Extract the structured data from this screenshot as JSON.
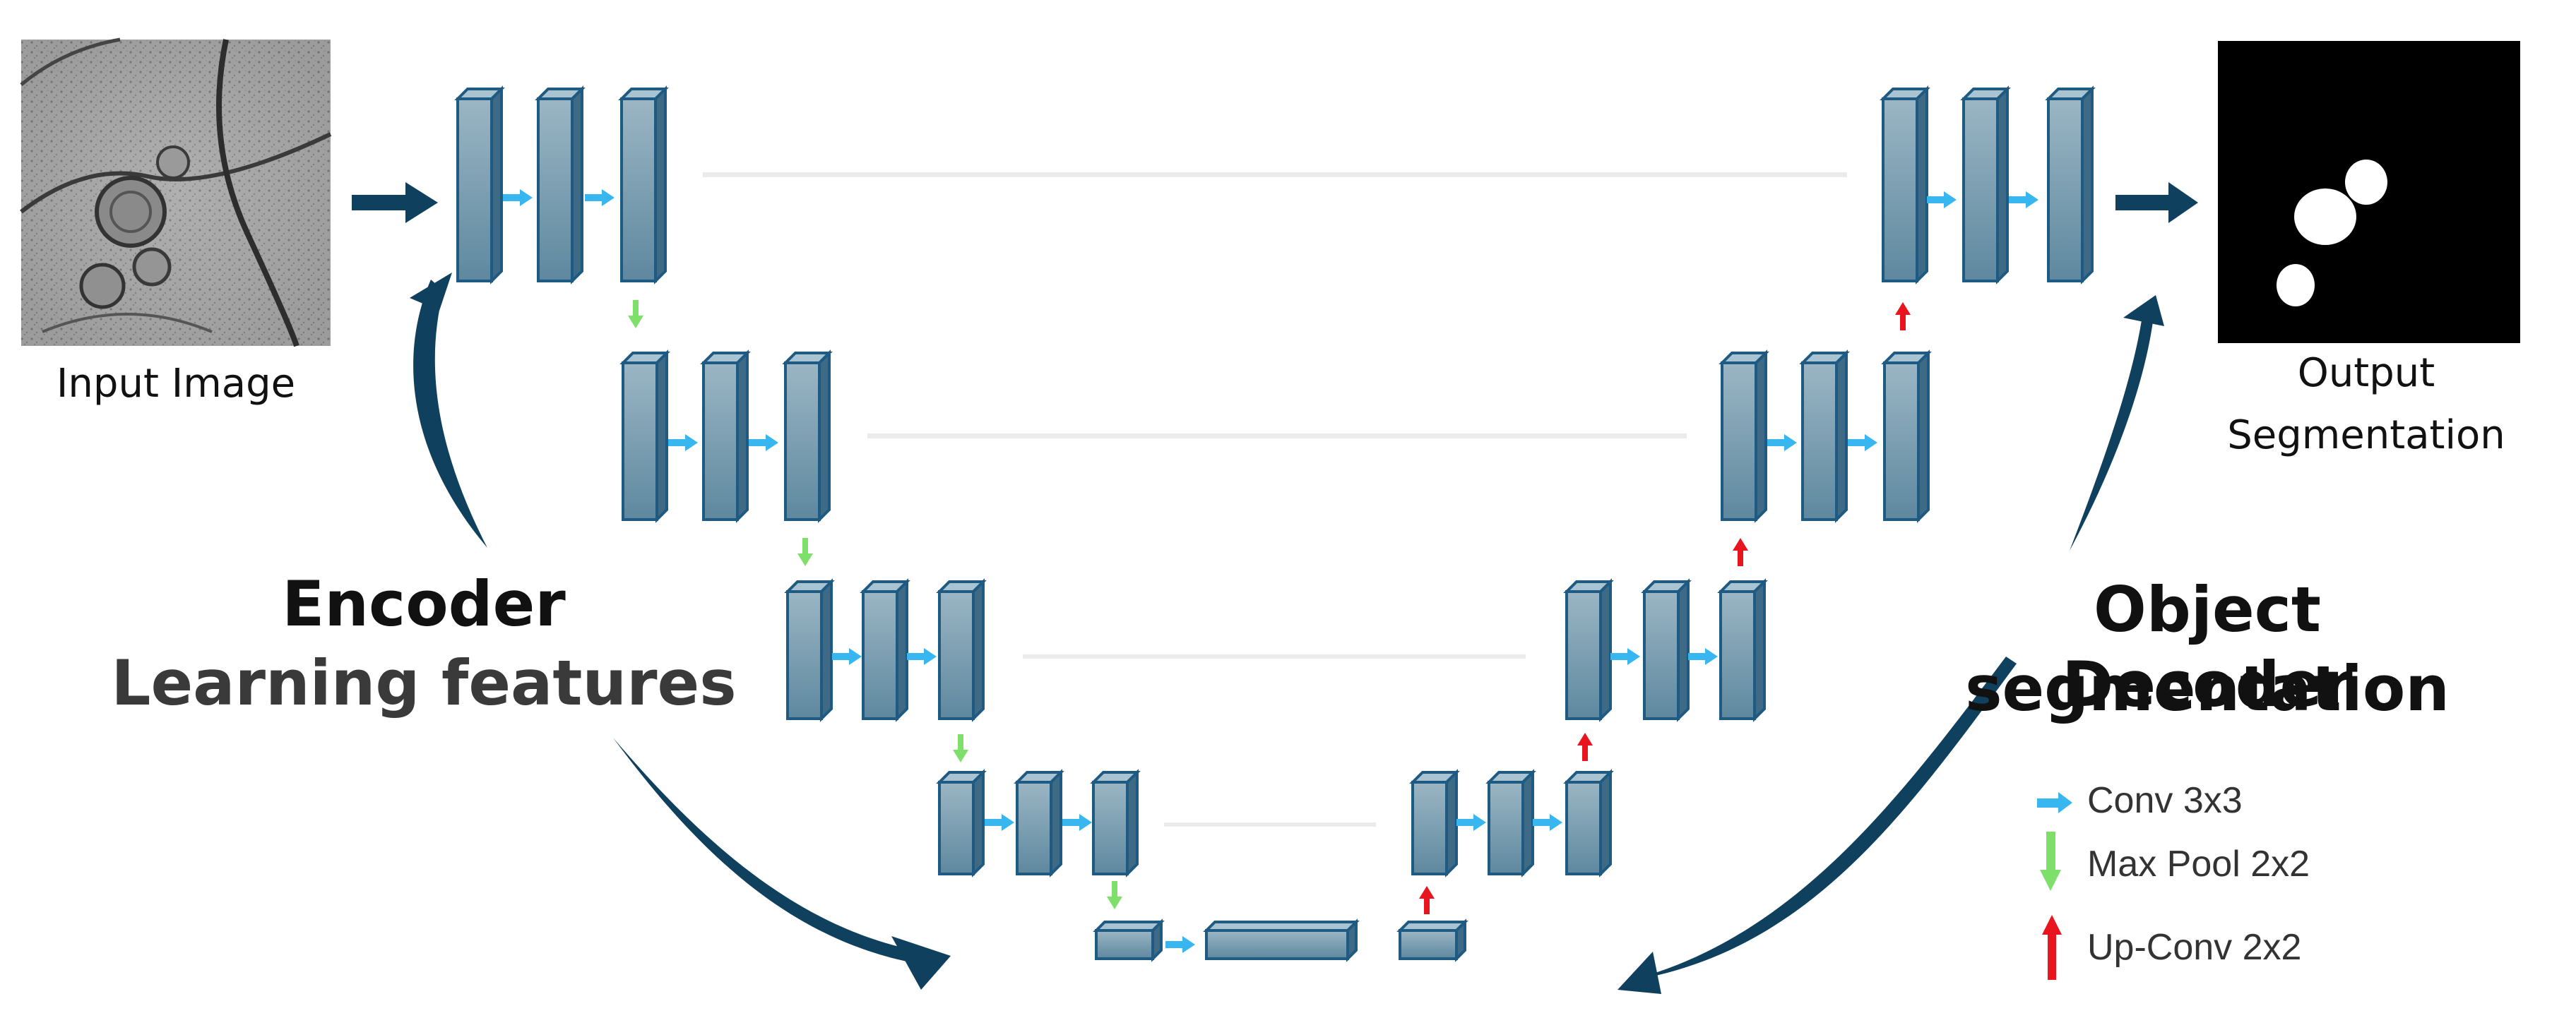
{
  "input": {
    "caption": "Input Image"
  },
  "output": {
    "caption_line1": "Output",
    "caption_line2": "Segmentation"
  },
  "encoder": {
    "title": "Encoder",
    "subtitle": "Learning features"
  },
  "decoder": {
    "title": "Object segmentation",
    "subtitle": "Decoder"
  },
  "legend": [
    {
      "icon": "conv-arrow-icon",
      "label": "Conv 3x3",
      "color": "#38b6f0"
    },
    {
      "icon": "max-pool-arrow-icon",
      "label": "Max Pool 2x2",
      "color": "#7ee06b"
    },
    {
      "icon": "up-conv-arrow-icon",
      "label": "Up-Conv 2x2",
      "color": "#e8141e"
    }
  ],
  "colors": {
    "block_front": "#6e92a6",
    "block_side": "#3e6a86",
    "block_top": "#a8c4d2",
    "block_outline": "#1e5a82",
    "flow_arrow": "#0f405e",
    "skip_line": "#ebebeb"
  }
}
